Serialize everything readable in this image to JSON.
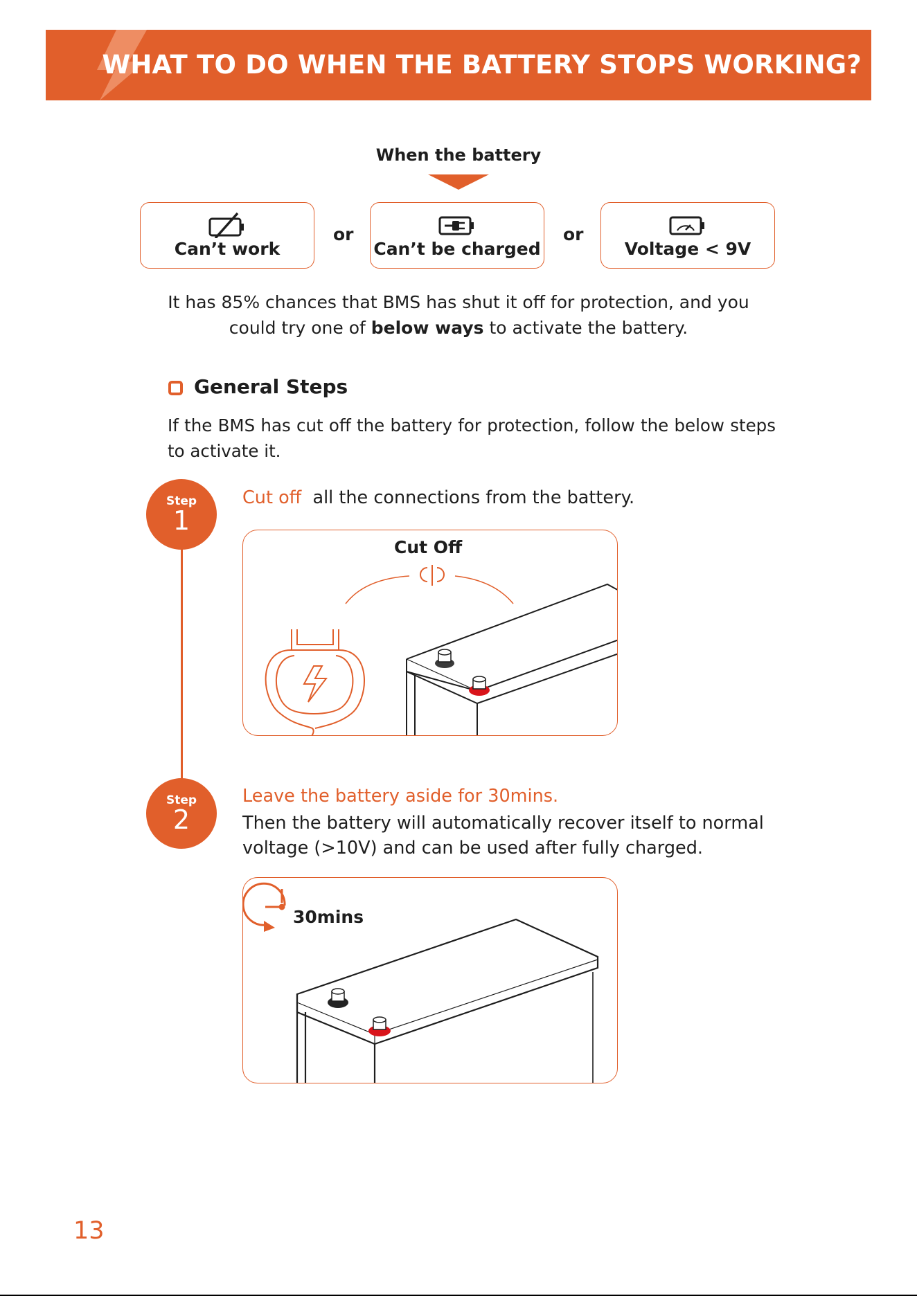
{
  "header": {
    "title": "WHAT TO DO WHEN THE BATTERY STOPS WORKING?"
  },
  "conditions": {
    "lead": "When the battery",
    "separator": "or",
    "items": [
      {
        "label": "Can’t work",
        "icon": "battery-slash-icon"
      },
      {
        "label": "Can’t be charged",
        "icon": "battery-plug-icon"
      },
      {
        "label": "Voltage < 9V",
        "icon": "battery-gauge-icon"
      }
    ]
  },
  "intro": {
    "line1": "It has 85% chances that BMS has shut it off for protection, and you",
    "line2_pre": "could try one of ",
    "line2_bold": "below ways",
    "line2_post": " to activate the battery."
  },
  "general_steps": {
    "title": "General Steps",
    "text": "If the BMS has cut off the battery for protection, follow the below steps to activate it."
  },
  "steps": [
    {
      "word": "Step",
      "number": "1",
      "highlight": "Cut off",
      "text": "all the connections from the battery.",
      "illustration_label": "Cut Off"
    },
    {
      "word": "Step",
      "number": "2",
      "highlight": "Leave the battery aside for 30mins.",
      "text": "Then the battery will automatically recover itself to normal voltage (>10V) and can be used after fully charged.",
      "illustration_label": "30mins"
    }
  ],
  "page_number": "13",
  "colors": {
    "accent": "#e15f2b",
    "text": "#1e1e1e",
    "terminal_red": "#d9141b"
  }
}
